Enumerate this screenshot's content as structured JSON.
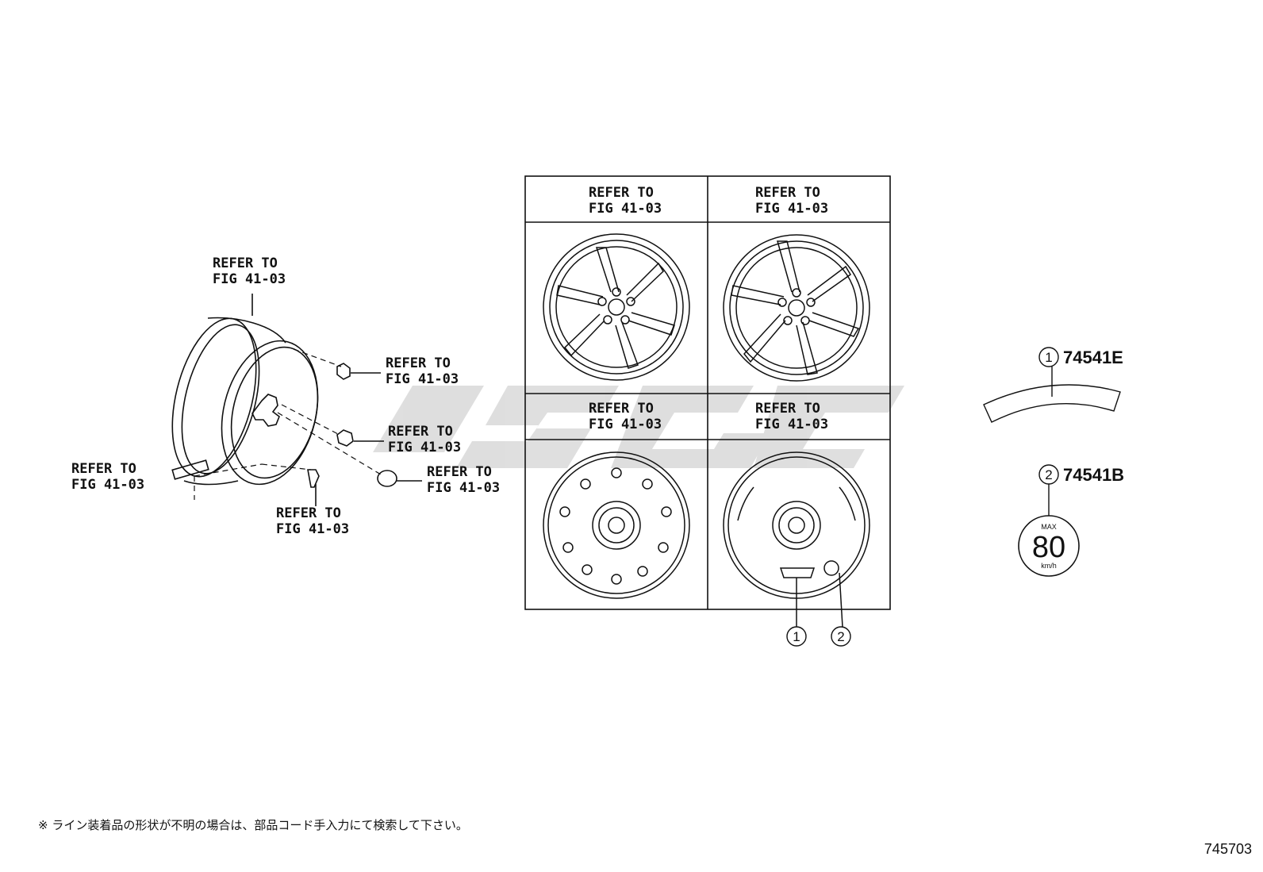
{
  "refer_label": {
    "line1": "REFER TO",
    "line2": "FIG 41-03"
  },
  "callouts": [
    {
      "id": "wheel-rim",
      "line1": "REFER TO",
      "line2": "FIG 41-03"
    },
    {
      "id": "cap-1",
      "line1": "REFER TO",
      "line2": "FIG 41-03"
    },
    {
      "id": "hub-nut",
      "line1": "REFER TO",
      "line2": "FIG 41-03"
    },
    {
      "id": "center-cap",
      "line1": "REFER TO",
      "line2": "FIG 41-03"
    },
    {
      "id": "balance-weight",
      "line1": "REFER TO",
      "line2": "FIG 41-03"
    },
    {
      "id": "valve",
      "line1": "REFER TO",
      "line2": "FIG 41-03"
    }
  ],
  "grid_cells": [
    {
      "line1": "REFER TO",
      "line2": "FIG 41-03"
    },
    {
      "line1": "REFER TO",
      "line2": "FIG 41-03"
    },
    {
      "line1": "REFER TO",
      "line2": "FIG 41-03"
    },
    {
      "line1": "REFER TO",
      "line2": "FIG 41-03"
    }
  ],
  "parts": [
    {
      "num": "1",
      "code": "74541E"
    },
    {
      "num": "2",
      "code": "74541B"
    }
  ],
  "speed_label": {
    "max": "MAX",
    "value": "80",
    "unit": "km/h"
  },
  "note": "※ ライン装着品の形状が不明の場合は、部品コード手入力にて検索して下さい。",
  "figure_number": "745703",
  "colors": {
    "ink": "#111111",
    "watermark": "#d9d9d9"
  }
}
